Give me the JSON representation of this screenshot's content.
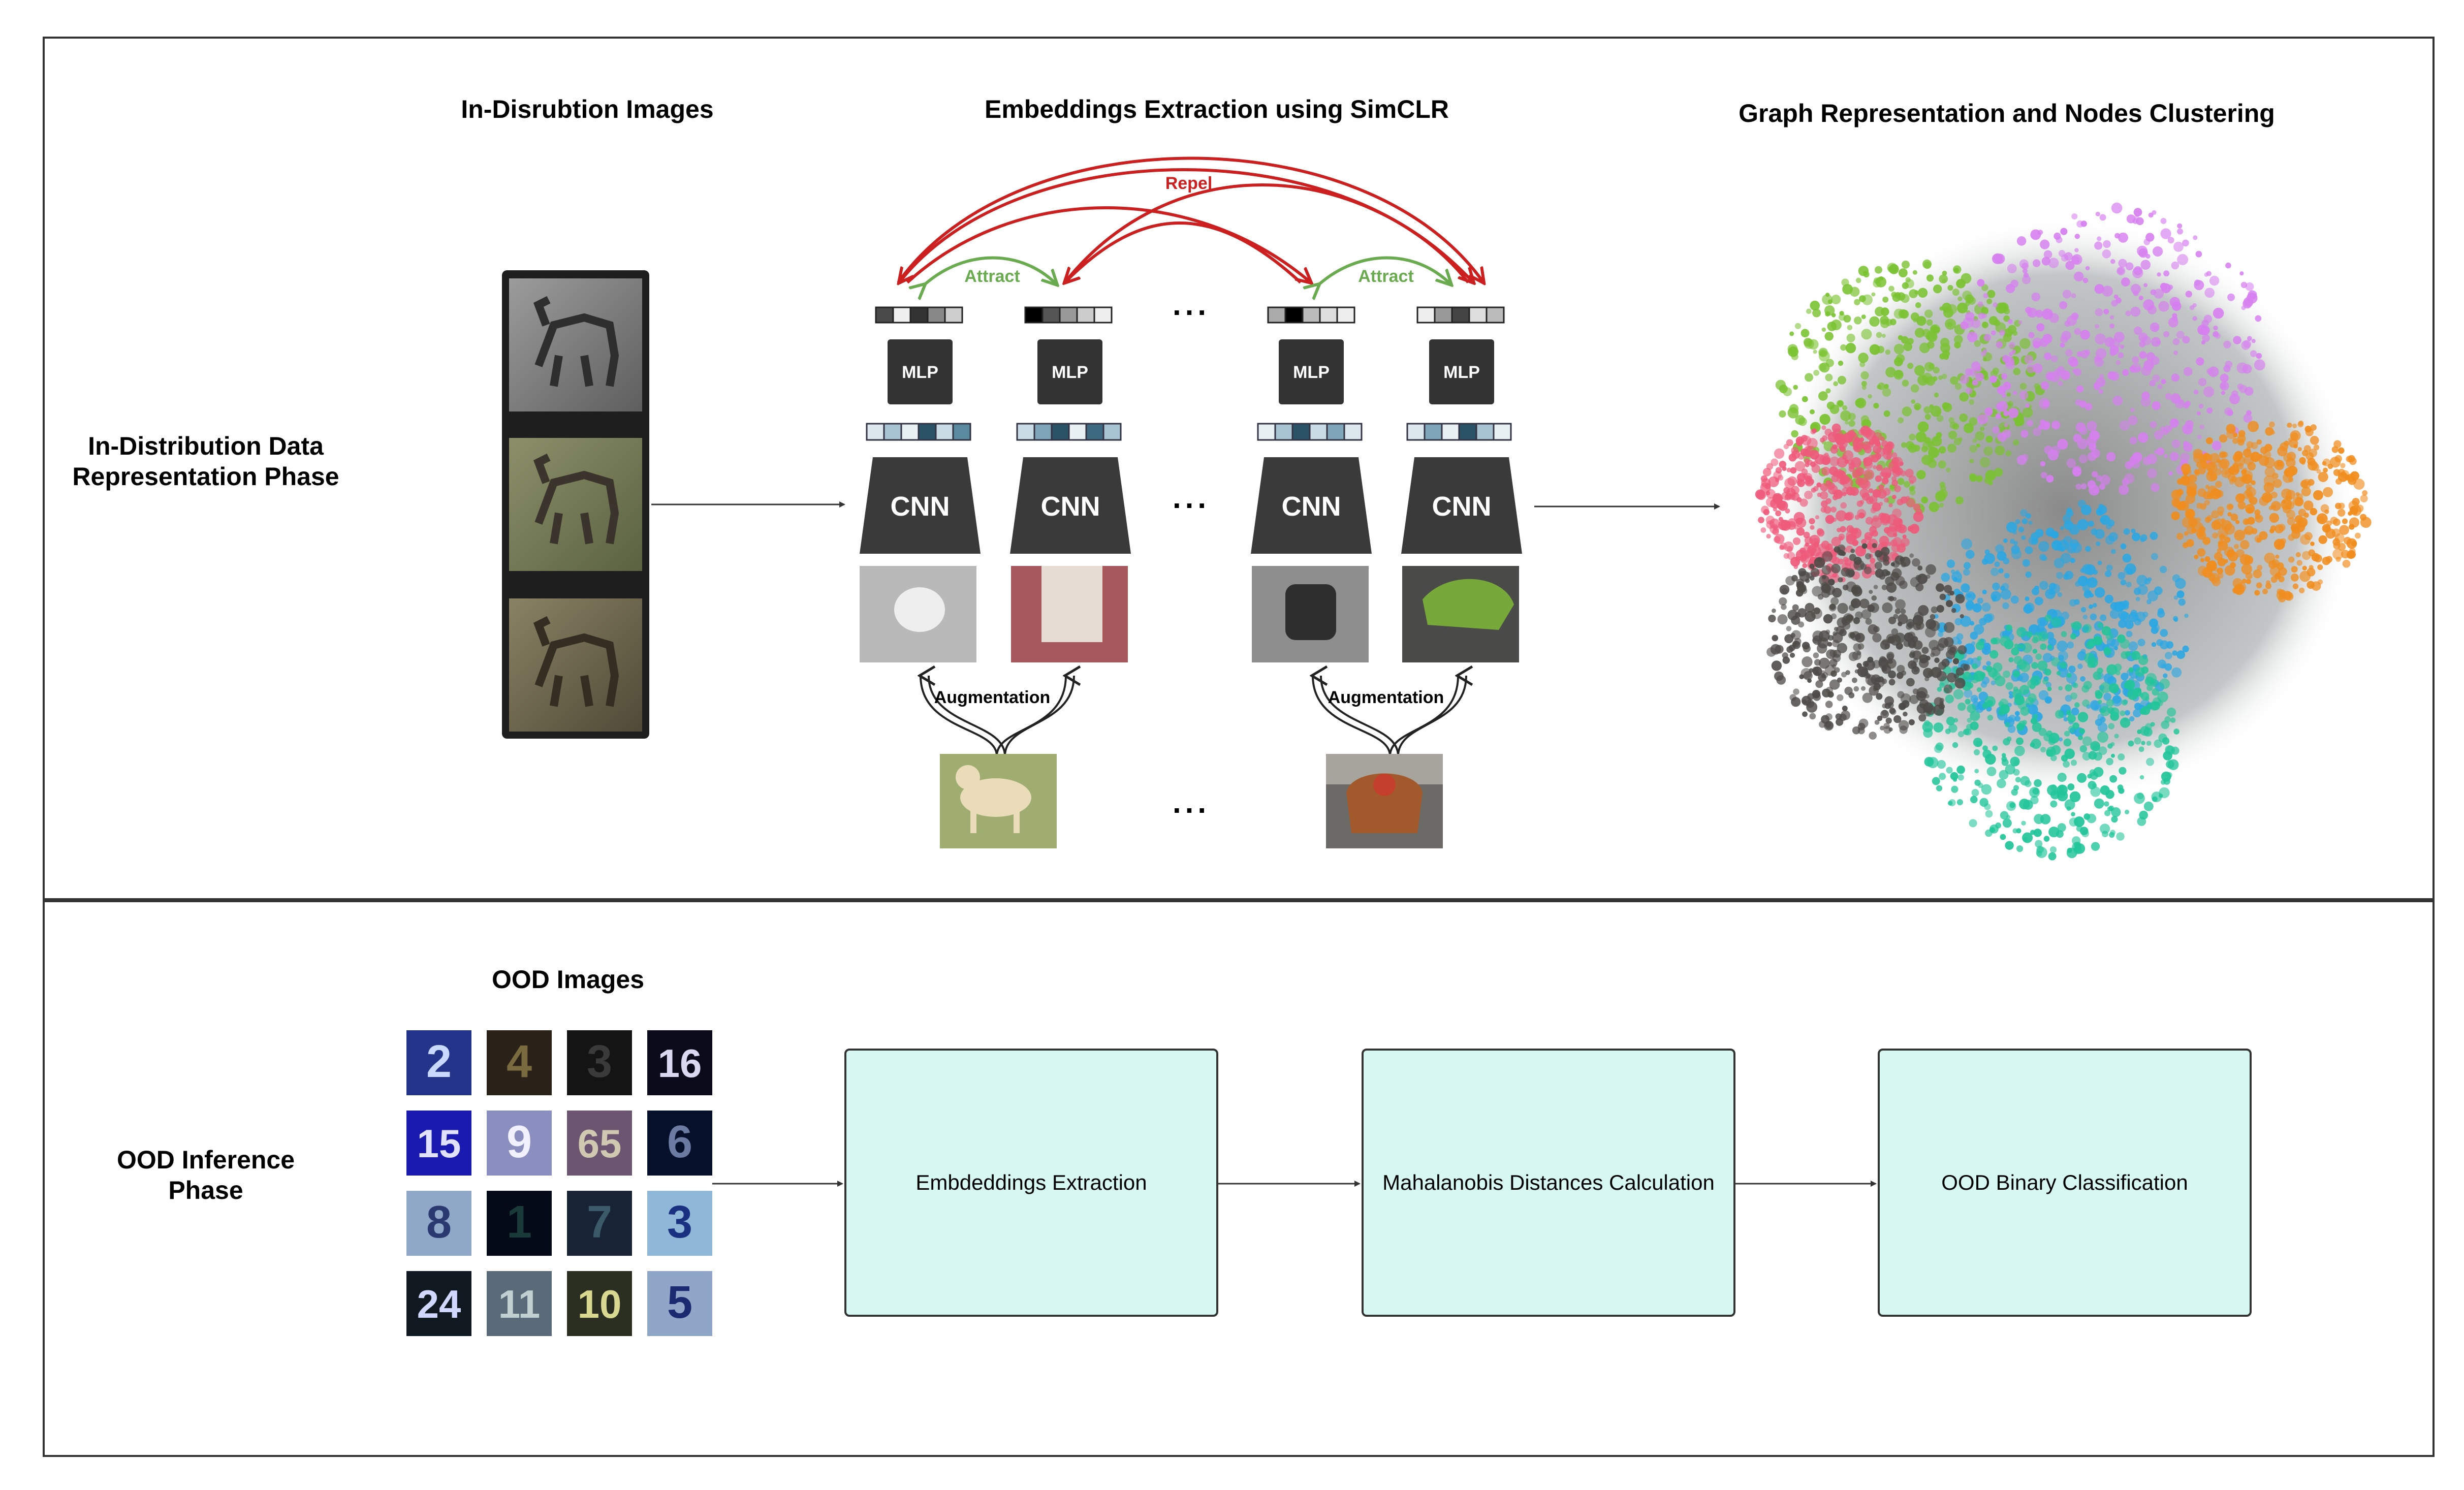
{
  "top_section": {
    "phase_label_line1": "In-Distribution Data",
    "phase_label_line2": "Representation Phase",
    "images_title": "In-Disrubtion  Images",
    "embeddings_title": "Embeddings  Extraction using SimCLR",
    "graph_title": "Graph Representation and Nodes Clustering",
    "repel_label": "Repel",
    "attract_label": "Attract",
    "mlp_label": "MLP",
    "cnn_label": "CNN",
    "augmentation_label": "Augmentation",
    "ellipsis": "..."
  },
  "bottom_section": {
    "phase_label_line1": "OOD Inference",
    "phase_label_line2": "Phase",
    "images_title": "OOD  Images",
    "ood_digit_tiles": [
      "2",
      "4",
      "3",
      "16",
      "15",
      "9",
      "65",
      "6",
      "8",
      "1",
      "7",
      "3",
      "24",
      "11",
      "10",
      "5"
    ],
    "steps": [
      "Embdeddings Extraction",
      "Mahalanobis Distances Calculation",
      "OOD Binary Classification"
    ]
  },
  "colors": {
    "repel": "#cc1f1f",
    "attract": "#6aab4f",
    "box_fill": "#d6f7f2",
    "block_dark": "#333333",
    "cluster_green": "#7ac231",
    "cluster_violet": "#d67fef",
    "cluster_orange": "#f08d1e",
    "cluster_pink": "#ee5a7a",
    "cluster_blue": "#2aa7e3",
    "cluster_teal": "#22c59a",
    "cluster_dark": "#4d4b47"
  }
}
